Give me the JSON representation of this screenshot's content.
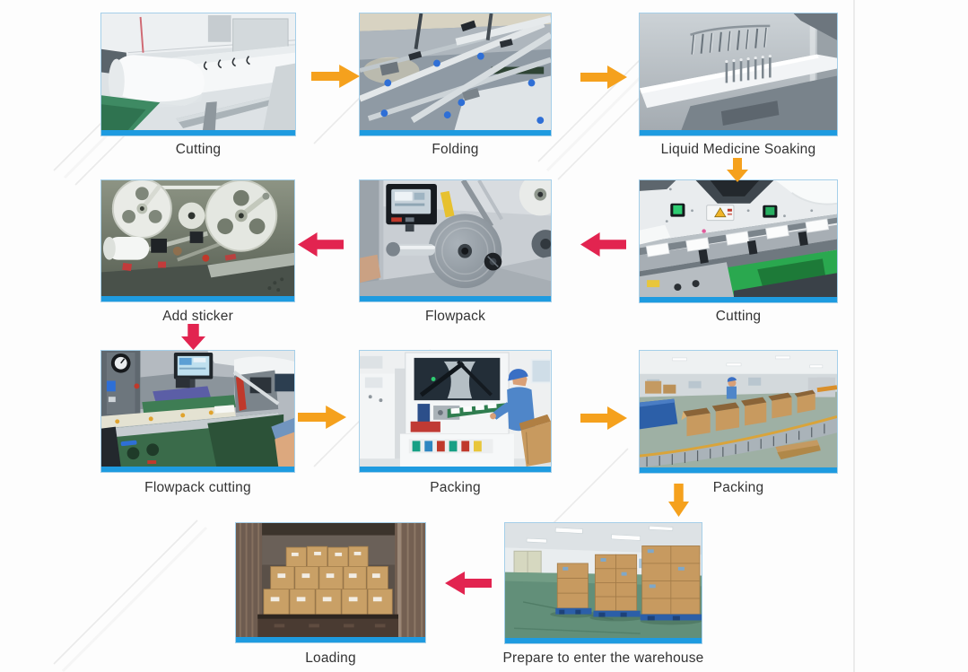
{
  "flow": {
    "steps": [
      {
        "id": "cutting-1",
        "label": "Cutting"
      },
      {
        "id": "folding",
        "label": "Folding"
      },
      {
        "id": "liquid-medicine-soaking",
        "label": "Liquid Medicine Soaking"
      },
      {
        "id": "add-sticker",
        "label": "Add sticker"
      },
      {
        "id": "flowpack",
        "label": "Flowpack"
      },
      {
        "id": "cutting-2",
        "label": "Cutting"
      },
      {
        "id": "flowpack-cutting",
        "label": "Flowpack cutting"
      },
      {
        "id": "packing-1",
        "label": "Packing"
      },
      {
        "id": "packing-2",
        "label": "Packing"
      },
      {
        "id": "loading",
        "label": "Loading"
      },
      {
        "id": "prepare-warehouse",
        "label": "Prepare to enter the warehouse"
      }
    ],
    "connections": [
      {
        "from": "Cutting",
        "to": "Folding",
        "direction": "right",
        "color": "yellow"
      },
      {
        "from": "Folding",
        "to": "Liquid Medicine Soaking",
        "direction": "right",
        "color": "yellow"
      },
      {
        "from": "Liquid Medicine Soaking",
        "to": "Cutting",
        "direction": "down",
        "color": "yellow"
      },
      {
        "from": "Cutting",
        "to": "Flowpack",
        "direction": "left",
        "color": "red"
      },
      {
        "from": "Flowpack",
        "to": "Add sticker",
        "direction": "left",
        "color": "red"
      },
      {
        "from": "Add sticker",
        "to": "Flowpack cutting",
        "direction": "down",
        "color": "red"
      },
      {
        "from": "Flowpack cutting",
        "to": "Packing",
        "direction": "right",
        "color": "yellow"
      },
      {
        "from": "Packing",
        "to": "Packing",
        "direction": "right",
        "color": "yellow"
      },
      {
        "from": "Packing",
        "to": "Prepare to enter the warehouse",
        "direction": "down",
        "color": "yellow"
      },
      {
        "from": "Prepare to enter the warehouse",
        "to": "Loading",
        "direction": "left",
        "color": "red"
      }
    ],
    "colors": {
      "arrow_yellow": "#F5A11D",
      "arrow_red": "#E22450",
      "photo_bar_blue": "#1E9BE0",
      "photo_border_blue": "#A5CFE9",
      "label_text": "#333333"
    }
  }
}
